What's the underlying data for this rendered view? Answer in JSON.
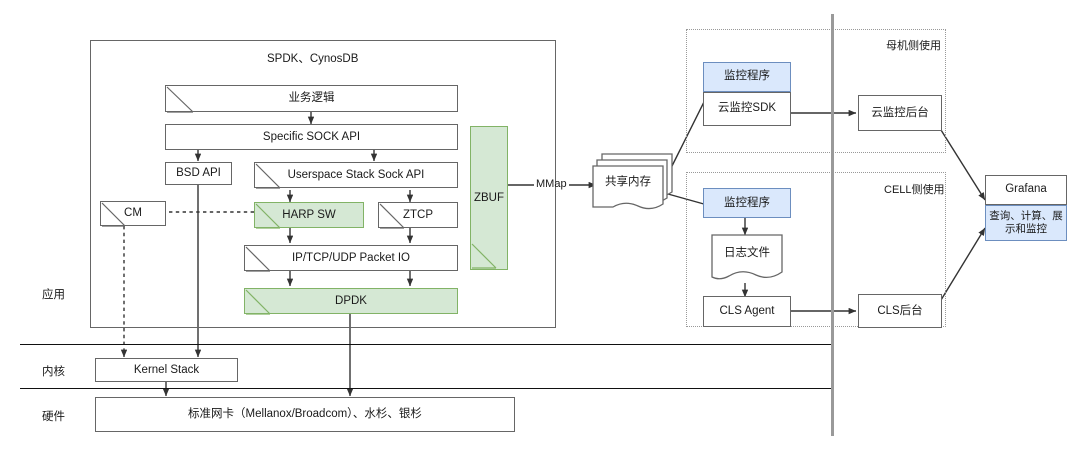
{
  "diagram": {
    "layers": [
      {
        "name": "application",
        "label": "应用"
      },
      {
        "name": "kernel",
        "label": "内核"
      },
      {
        "name": "hardware",
        "label": "硬件"
      }
    ],
    "container_title": "SPDK、CynosDB",
    "app_boxes": [
      {
        "key": "business_logic",
        "label": "业务逻辑",
        "fold": true,
        "fill": "white"
      },
      {
        "key": "specific_sock_api",
        "label": "Specific SOCK API",
        "fold": false,
        "fill": "white"
      },
      {
        "key": "bsd_api",
        "label": "BSD API",
        "fold": false,
        "fill": "white"
      },
      {
        "key": "userspace_stack_sock_api",
        "label": "Userspace Stack Sock API",
        "fold": true,
        "fill": "white"
      },
      {
        "key": "cm",
        "label": "CM",
        "fold": true,
        "fill": "white"
      },
      {
        "key": "harp_sw",
        "label": "HARP SW",
        "fold": true,
        "fill": "green"
      },
      {
        "key": "ztcp",
        "label": "ZTCP",
        "fold": true,
        "fill": "white"
      },
      {
        "key": "zbuf",
        "label": "ZBUF",
        "fold": true,
        "fill": "green"
      },
      {
        "key": "packet_io",
        "label": "IP/TCP/UDP Packet IO",
        "fold": true,
        "fill": "white"
      },
      {
        "key": "dpdk",
        "label": "DPDK",
        "fold": true,
        "fill": "green"
      }
    ],
    "kernel_box": {
      "key": "kernel_stack",
      "label": "Kernel Stack"
    },
    "hardware_box": {
      "key": "nic",
      "label": "标准网卡（Mellanox/Broadcom）、水杉、银杉"
    },
    "mmap_label": "MMap",
    "shared_memory": {
      "key": "shared_memory",
      "label": "共享内存"
    },
    "groups": [
      {
        "key": "host_side",
        "label": "母机侧使用"
      },
      {
        "key": "cell_side",
        "label": "CELL侧使用"
      }
    ],
    "monitor_host": {
      "key": "cloud_monitor",
      "top_label": "监控程序",
      "bottom_label": "云监控SDK"
    },
    "monitor_cell": {
      "key": "monitor_program_cell",
      "label": "监控程序"
    },
    "log_file": {
      "key": "log_file",
      "label": "日志文件"
    },
    "cls_agent": {
      "key": "cls_agent",
      "label": "CLS Agent"
    },
    "cloud_monitor_backend": {
      "key": "cloud_monitor_backend",
      "label": "云监控后台"
    },
    "cls_backend": {
      "key": "cls_backend",
      "label": "CLS后台"
    },
    "grafana": {
      "key": "grafana",
      "top_label": "Grafana",
      "bottom_label": "查询、计算、展示和监控"
    },
    "colors": {
      "green_fill": "#d5e8d4",
      "green_stroke": "#82b366",
      "blue_fill": "#dae8fc",
      "blue_stroke": "#6c8ebf",
      "box_stroke": "#666666",
      "line": "#333333",
      "dashed_group": "#999999",
      "divider": "#9a9a9a"
    }
  }
}
